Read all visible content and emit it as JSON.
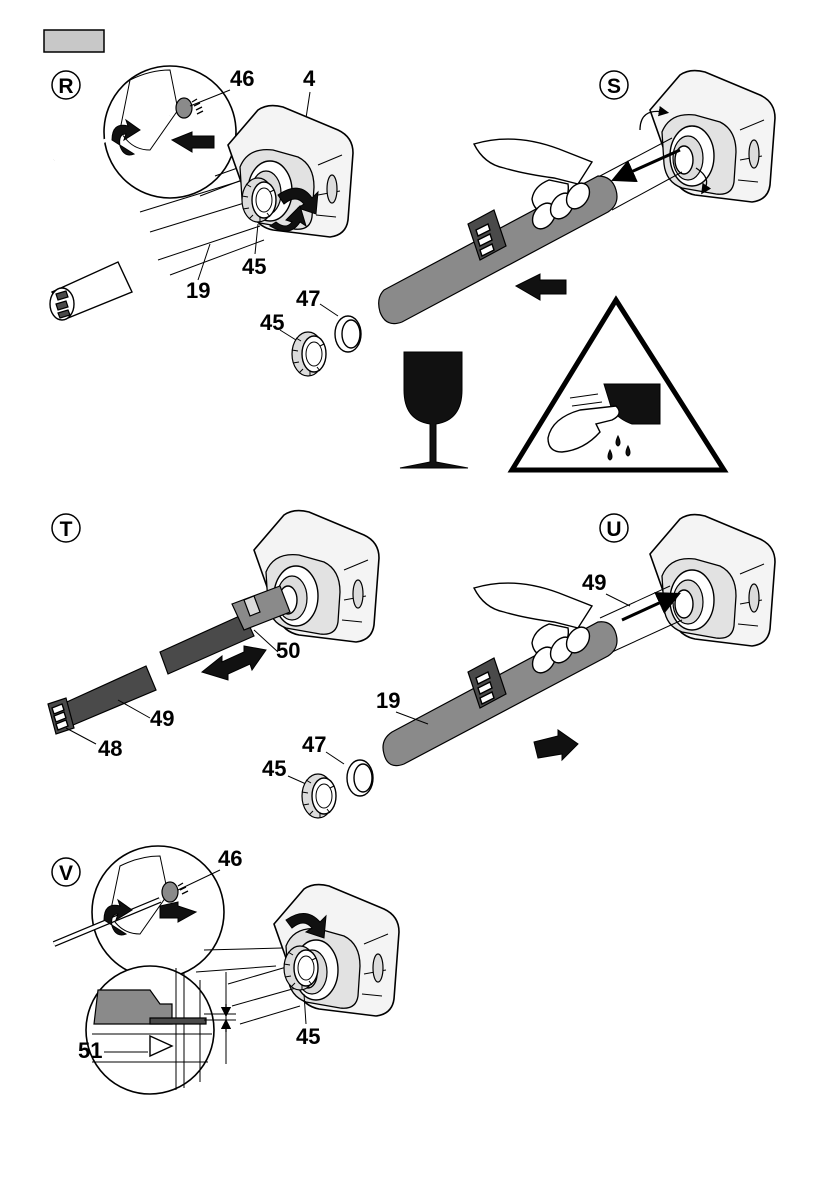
{
  "header": {
    "tab_color": "#c8c8c8"
  },
  "colors": {
    "rod_gray": "#8a8a8a",
    "dark_gray": "#4a4a4a",
    "light_gray": "#dcdcdc",
    "warning_black": "#111111"
  },
  "icons": {
    "fragile": "fragile-glass-icon",
    "warning": "cut-hand-warning-icon"
  },
  "steps": {
    "R": {
      "letter": "R",
      "labels": {
        "n46": "46",
        "n4": "4",
        "n45": "45",
        "n19": "19"
      }
    },
    "S": {
      "letter": "S",
      "labels": {
        "n47": "47",
        "n45": "45"
      }
    },
    "T": {
      "letter": "T",
      "labels": {
        "n50": "50",
        "n49": "49",
        "n48": "48"
      }
    },
    "U": {
      "letter": "U",
      "labels": {
        "n49": "49",
        "n19": "19",
        "n47": "47",
        "n45": "45"
      }
    },
    "V": {
      "letter": "V",
      "labels": {
        "n46": "46",
        "n45": "45",
        "n51": "51"
      }
    }
  }
}
